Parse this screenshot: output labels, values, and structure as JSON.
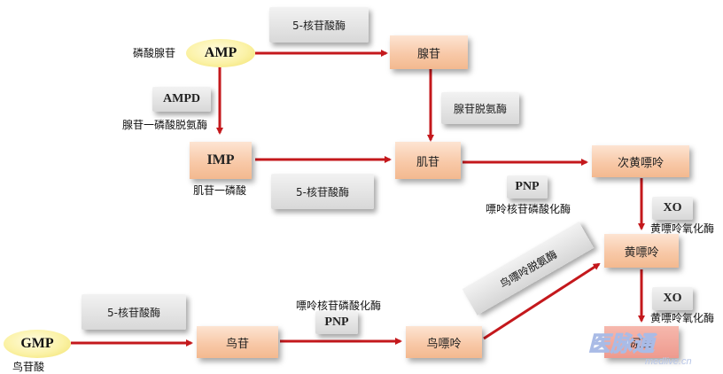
{
  "nodes": {
    "amp": "AMP",
    "adenosine": "腺苷",
    "imp": "IMP",
    "inosine": "肌苷",
    "hypoxanthine": "次黄嘌呤",
    "xanthine": "黄嘌呤",
    "uric_acid": "尿酸",
    "gmp": "GMP",
    "guanosine": "鸟苷",
    "guanine": "鸟嘌呤"
  },
  "labels": {
    "amp_name": "磷酸腺苷",
    "imp_name": "肌苷一磷酸",
    "gmp_name": "鸟苷酸",
    "ampd_full": "腺苷一磷酸脱氨酶",
    "pnp_full_top": "嘌呤核苷磷酸化酶",
    "pnp_full_bottom": "嘌呤核苷磷酸化酶",
    "xo_full_1": "黄嘌呤氧化酶",
    "xo_full_2": "黄嘌呤氧化酶"
  },
  "enzymes": {
    "nt5_top": "5-核苷酸酶",
    "adenosine_deaminase": "腺苷脱氨酶",
    "ampd": "AMPD",
    "nt5_mid": "5-核苷酸酶",
    "pnp_top": "PNP",
    "xo_1": "XO",
    "guanine_deaminase": "鸟嘌呤脱氨酶",
    "xo_2": "XO",
    "nt5_bottom": "5-核苷酸酶",
    "pnp_bottom": "PNP"
  },
  "watermark": {
    "logo": "医脉通",
    "url": "medlive.cn"
  },
  "colors": {
    "arrow": "#c4181c",
    "node_fill": "#f8c9a8",
    "enzyme_fill": "#d8d8d8",
    "oval_fill": "#fbf2a6"
  }
}
